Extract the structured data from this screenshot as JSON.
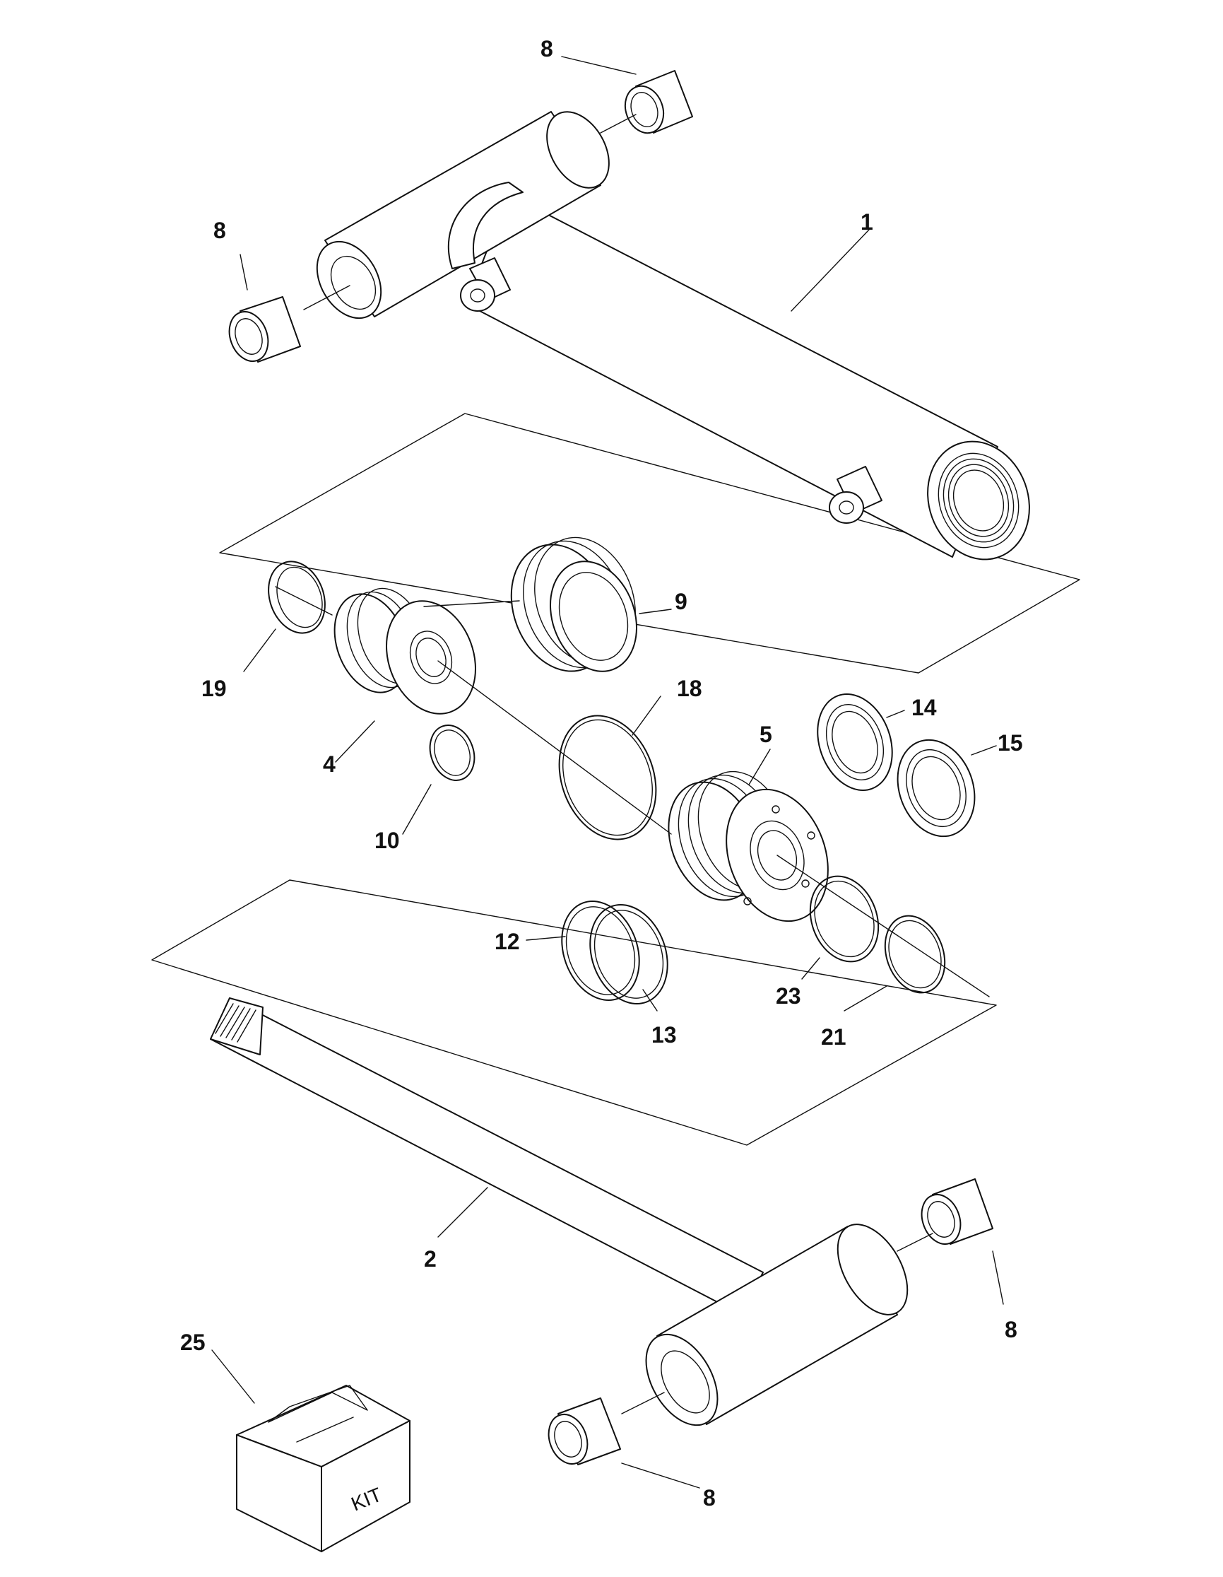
{
  "diagram": {
    "callouts": [
      {
        "id": "c8a",
        "label": "8"
      },
      {
        "id": "c8b",
        "label": "8"
      },
      {
        "id": "c1",
        "label": "1"
      },
      {
        "id": "c9",
        "label": "9"
      },
      {
        "id": "c19",
        "label": "19"
      },
      {
        "id": "c18",
        "label": "18"
      },
      {
        "id": "c14",
        "label": "14"
      },
      {
        "id": "c5",
        "label": "5"
      },
      {
        "id": "c15",
        "label": "15"
      },
      {
        "id": "c4",
        "label": "4"
      },
      {
        "id": "c10",
        "label": "10"
      },
      {
        "id": "c12",
        "label": "12"
      },
      {
        "id": "c23",
        "label": "23"
      },
      {
        "id": "c13",
        "label": "13"
      },
      {
        "id": "c21",
        "label": "21"
      },
      {
        "id": "c2",
        "label": "2"
      },
      {
        "id": "c8c",
        "label": "8"
      },
      {
        "id": "c25",
        "label": "25"
      },
      {
        "id": "c8d",
        "label": "8"
      }
    ],
    "kit_box_text": "KIT"
  }
}
